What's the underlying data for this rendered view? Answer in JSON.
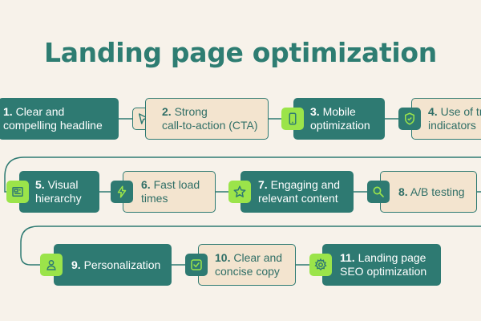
{
  "title": "Landing page optimization",
  "steps": [
    {
      "num": "1.",
      "label": [
        "Clear and",
        "compelling  headline"
      ],
      "icon": "none"
    },
    {
      "num": "2.",
      "label": [
        "Strong",
        "call-to-action (CTA)"
      ],
      "icon": "cursor-icon"
    },
    {
      "num": "3.",
      "label": [
        "Mobile",
        "optimization"
      ],
      "icon": "mobile-icon"
    },
    {
      "num": "4.",
      "label": [
        "Use of trust",
        "indicators"
      ],
      "icon": "shield-icon"
    },
    {
      "num": "5.",
      "label": [
        "Visual",
        "hierarchy"
      ],
      "icon": "layout-icon"
    },
    {
      "num": "6.",
      "label": [
        "Fast load",
        "times"
      ],
      "icon": "lightning-icon"
    },
    {
      "num": "7.",
      "label": [
        "Engaging and",
        "relevant content"
      ],
      "icon": "star-icon"
    },
    {
      "num": "8.",
      "label": [
        "A/B testing"
      ],
      "icon": "search-icon"
    },
    {
      "num": "9.",
      "label": [
        "Personalization"
      ],
      "icon": "user-icon"
    },
    {
      "num": "10.",
      "label": [
        "Clear and",
        "concise copy"
      ],
      "icon": "checkbox-icon"
    },
    {
      "num": "11.",
      "label": [
        "Landing page",
        "SEO optimization"
      ],
      "icon": "gear-icon"
    }
  ],
  "colors": {
    "background": "#f7f2ea",
    "title": "#2e7d72",
    "card_dark": "#2e7a72",
    "card_light": "#f3e4cf",
    "accent": "#9be44a"
  }
}
